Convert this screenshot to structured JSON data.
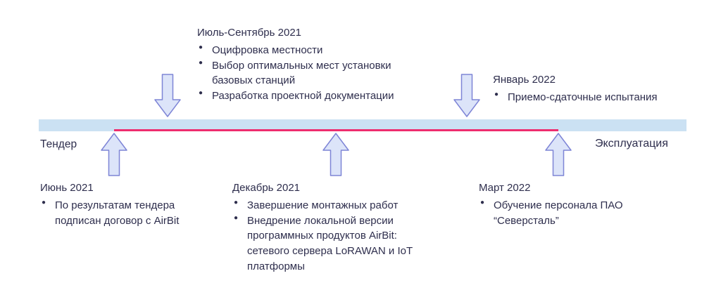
{
  "colors": {
    "bar": "#cbe1f3",
    "progress": "#ee2d6e",
    "arrow_fill": "#dce4f9",
    "arrow_stroke": "#7e85d6",
    "text": "#2e2e4d"
  },
  "timeline": {
    "left_label": "Тендер",
    "right_label": "Эксплуатация"
  },
  "events": [
    {
      "title": "Июнь 2021",
      "position": "below",
      "bullets": [
        "По результатам тендера подписан договор с AirBit"
      ]
    },
    {
      "title": "Июль-Сентябрь 2021",
      "position": "above",
      "bullets": [
        "Оцифровка местности",
        "Выбор оптимальных мест установки базовых станций",
        "Разработка проектной документации"
      ]
    },
    {
      "title": "Декабрь 2021",
      "position": "below",
      "bullets": [
        "Завершение монтажных работ",
        "Внедрение локальной версии программных продуктов AirBit: сетевого сервера LoRAWAN и IoT платформы"
      ]
    },
    {
      "title": "Январь 2022",
      "position": "above",
      "bullets": [
        "Приемо-сдаточные испытания"
      ]
    },
    {
      "title": "Март 2022",
      "position": "below",
      "bullets": [
        "Обучение персонала ПАО “Северсталь”"
      ]
    }
  ]
}
